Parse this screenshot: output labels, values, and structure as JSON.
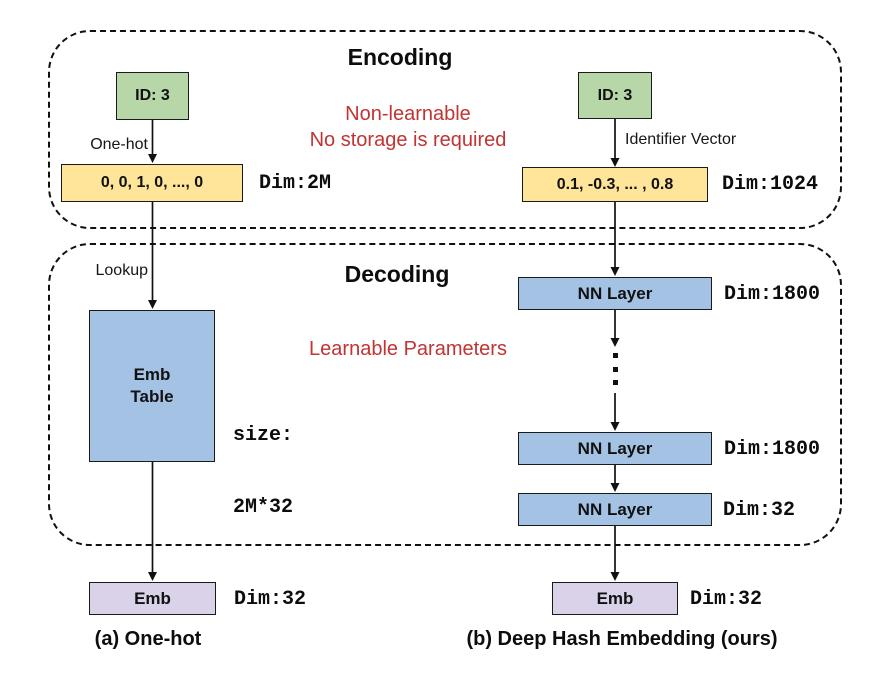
{
  "figure": {
    "encoding": {
      "title": "Encoding",
      "note_line1": "Non-learnable",
      "note_line2": "No storage is required"
    },
    "decoding": {
      "title": "Decoding",
      "note": "Learnable Parameters"
    },
    "onehot": {
      "id_box": "ID: 3",
      "edge1_label": "One-hot",
      "vector_box": "0, 0, 1, 0, ..., 0",
      "vector_dim": "Dim:2M",
      "edge2_label": "Lookup",
      "table_line1": "Emb",
      "table_line2": "Table",
      "table_size_line1": "size:",
      "table_size_line2": "2M*32",
      "emb_box": "Emb",
      "emb_dim": "Dim:32",
      "caption": "(a) One-hot"
    },
    "dhe": {
      "id_box": "ID: 3",
      "edge1_label": "Identifier Vector",
      "vector_box": "0.1, -0.3, ... , 0.8",
      "vector_dim": "Dim:1024",
      "nn1_box": "NN Layer",
      "nn1_dim": "Dim:1800",
      "nn2_box": "NN Layer",
      "nn2_dim": "Dim:1800",
      "nn3_box": "NN Layer",
      "nn3_dim": "Dim:32",
      "emb_box": "Emb",
      "emb_dim": "Dim:32",
      "caption": "(b) Deep Hash Embedding (ours)"
    },
    "icons": {
      "ellipsis_icon": "vertical-dots"
    },
    "colors": {
      "id_fill": "#b7d7a8",
      "vector_fill": "#ffe599",
      "layer_fill": "#a4c2e4",
      "emb_fill": "#d9d2e9",
      "note_red": "#c23333",
      "line": "#111111"
    }
  }
}
